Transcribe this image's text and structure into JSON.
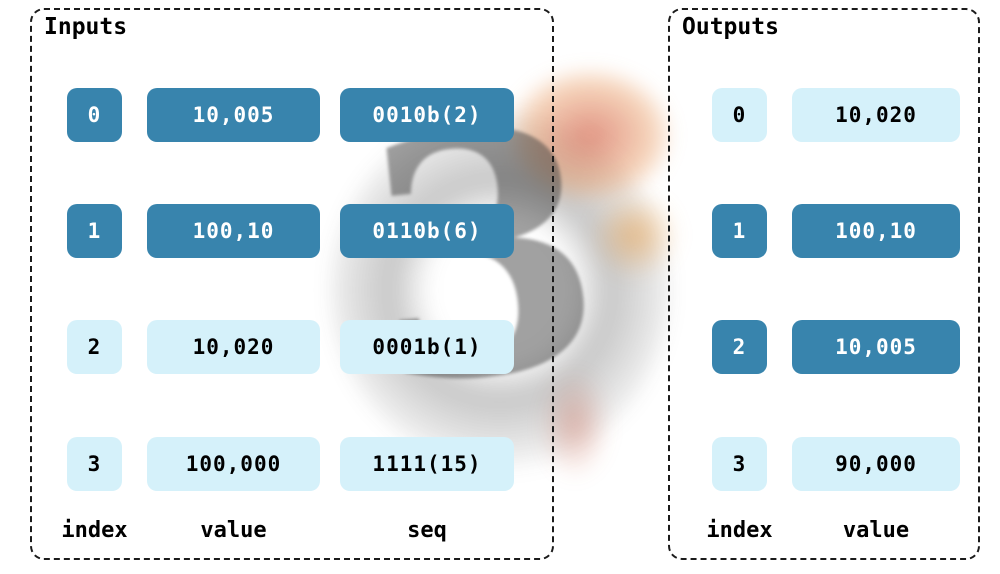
{
  "watermark": {
    "glyph": "3"
  },
  "colors": {
    "dark_pill": "#3884ad",
    "light_pill": "#d5f1fa",
    "dark_pill_text": "#ffffff",
    "light_pill_text": "#000000"
  },
  "panels": {
    "inputs": {
      "title": "Inputs",
      "columns": {
        "index": "index",
        "value": "value",
        "seq": "seq"
      },
      "rows": [
        {
          "index": "0",
          "value": "10,005",
          "seq": "0010b(2)",
          "highlight": true
        },
        {
          "index": "1",
          "value": "100,10",
          "seq": "0110b(6)",
          "highlight": true
        },
        {
          "index": "2",
          "value": "10,020",
          "seq": "0001b(1)",
          "highlight": false
        },
        {
          "index": "3",
          "value": "100,000",
          "seq": "1111(15)",
          "highlight": false
        }
      ]
    },
    "outputs": {
      "title": "Outputs",
      "columns": {
        "index": "index",
        "value": "value"
      },
      "rows": [
        {
          "index": "0",
          "value": "10,020",
          "highlight": false
        },
        {
          "index": "1",
          "value": "100,10",
          "highlight": true
        },
        {
          "index": "2",
          "value": "10,005",
          "highlight": true
        },
        {
          "index": "3",
          "value": "90,000",
          "highlight": false
        }
      ]
    }
  }
}
